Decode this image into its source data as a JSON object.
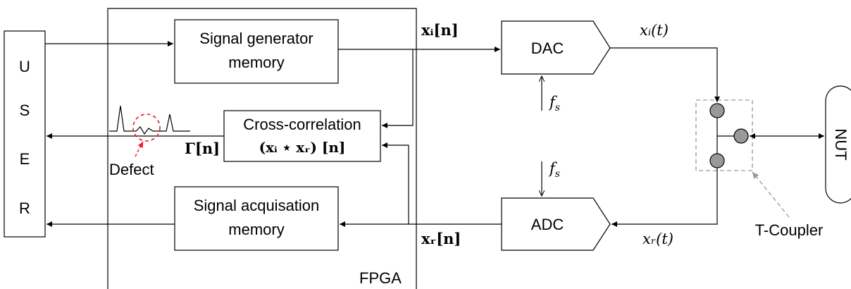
{
  "user_block": {
    "letters": [
      "U",
      "S",
      "E",
      "R"
    ]
  },
  "fpga": {
    "label": "FPGA"
  },
  "signal_generator": {
    "line1": "Signal generator",
    "line2": "memory"
  },
  "cross_correlation": {
    "line1": "Cross-correlation",
    "formula": "(xᵢ ⋆ xᵣ) [n]"
  },
  "signal_acquisition": {
    "line1": "Signal acquisation",
    "line2": "memory"
  },
  "dac": {
    "label": "DAC"
  },
  "adc": {
    "label": "ADC"
  },
  "nut": {
    "label": "NUT"
  },
  "coupler": {
    "label": "T-Coupler"
  },
  "defect": {
    "label": "Defect"
  },
  "signals": {
    "xi_n": "xᵢ[n]",
    "xr_n": "xᵣ[n]",
    "xi_t": "xᵢ(t)",
    "xr_t": "xᵣ(t)",
    "fs": "f",
    "fs_sub": "s",
    "gamma": "Γ[n]"
  },
  "colors": {
    "defect": "#e8202a",
    "coupler": "#999999",
    "port_fill": "#999999"
  }
}
